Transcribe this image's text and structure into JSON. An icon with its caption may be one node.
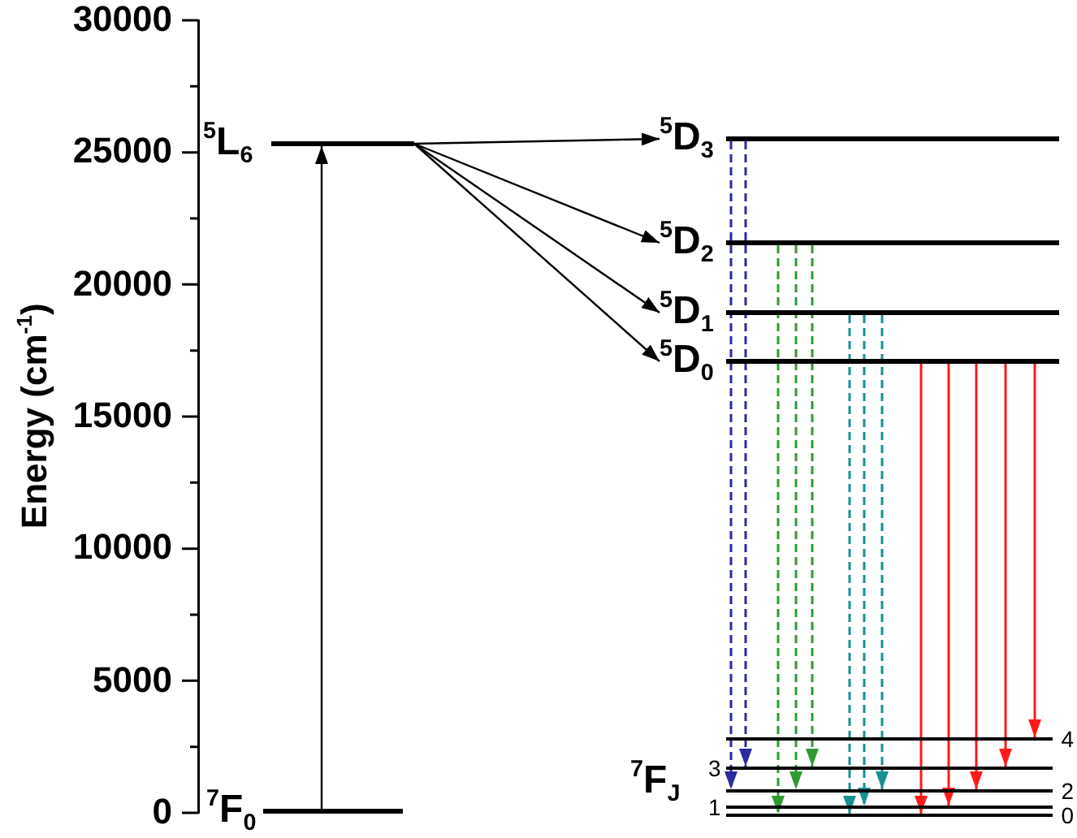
{
  "diagram": {
    "nodes": [
      {
        "text": [
          "$^{7}$F$_{0}$"
        ]
      },
      {
        "text": [
          "$^{5}$L$_{6}$"
        ]
      },
      {
        "text": [
          "$^{5}$D$_{3}$"
        ]
      },
      {
        "text": [
          "$^{5}$D$_{2}$"
        ]
      },
      {
        "text": [
          "$^{5}$D$_{1}$"
        ]
      },
      {
        "text": [
          "$^{5}$D$_{0}$"
        ]
      },
      {
        "text": [
          "4"
        ]
      },
      {
        "text": [
          "3"
        ]
      },
      {
        "text": [
          "2"
        ]
      },
      {
        "text": [
          "1"
        ]
      },
      {
        "text": [
          "0"
        ]
      }
    ],
    "edges": [
      {
        "from": 0,
        "to": 1,
        "arrow": "to"
      },
      {
        "from": 1,
        "to": 2,
        "arrow": "to"
      },
      {
        "from": 1,
        "to": 3,
        "arrow": "to"
      },
      {
        "from": 1,
        "to": 4,
        "arrow": "to"
      },
      {
        "from": 1,
        "to": 5,
        "arrow": "to"
      },
      {
        "from": 2,
        "to": 8,
        "arrow": "to",
        "style": "dashed",
        "color": "#2b2b9e"
      },
      {
        "from": 2,
        "to": 7,
        "arrow": "to",
        "style": "dashed",
        "color": "#2b2b9e"
      },
      {
        "from": 3,
        "to": 10,
        "arrow": "to",
        "style": "dashed",
        "color": "#2e9b2e"
      },
      {
        "from": 3,
        "to": 8,
        "arrow": "to",
        "style": "dashed",
        "color": "#2e9b2e"
      },
      {
        "from": 3,
        "to": 7,
        "arrow": "to",
        "style": "dashed",
        "color": "#2e9b2e"
      },
      {
        "from": 4,
        "to": 10,
        "arrow": "to",
        "style": "dashed",
        "color": "#17918f"
      },
      {
        "from": 4,
        "to": 9,
        "arrow": "to",
        "style": "dashed",
        "color": "#17918f"
      },
      {
        "from": 4,
        "to": 8,
        "arrow": "to",
        "style": "dashed",
        "color": "#17918f"
      },
      {
        "from": 5,
        "to": 10,
        "arrow": "to",
        "color": "#ff1a1a"
      },
      {
        "from": 5,
        "to": 9,
        "arrow": "to",
        "color": "#ff1a1a"
      },
      {
        "from": 5,
        "to": 8,
        "arrow": "to",
        "color": "#ff1a1a"
      },
      {
        "from": 5,
        "to": 7,
        "arrow": "to",
        "color": "#ff1a1a"
      },
      {
        "from": 5,
        "to": 6,
        "arrow": "to",
        "color": "#ff1a1a"
      }
    ],
    "labels": [
      "30000",
      "25000",
      "20000",
      "15000",
      "10000",
      "5000",
      "0",
      "Energy (cm$^{-1}$)",
      "$^{7}$F$_{J}$"
    ]
  }
}
